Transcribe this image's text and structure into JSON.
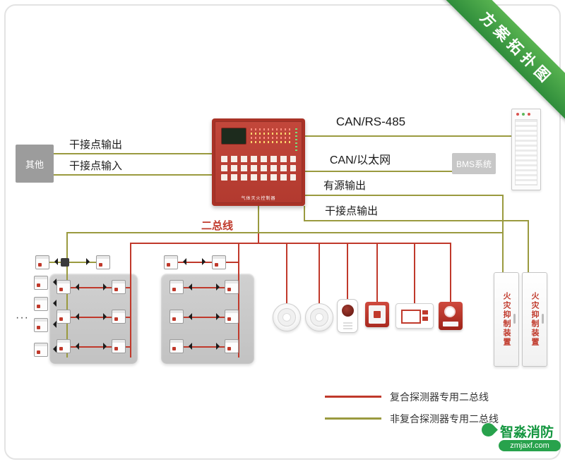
{
  "ribbon": {
    "label": "方案拓扑图"
  },
  "panel": {
    "caption": "气体灭火控制器"
  },
  "connections": {
    "right": [
      {
        "label": "CAN/RS-485"
      },
      {
        "label": "CAN/以太网"
      },
      {
        "label": "有源输出"
      },
      {
        "label": "干接点输出"
      }
    ],
    "left": [
      {
        "label": "干接点输出"
      },
      {
        "label": "干接点输入"
      }
    ],
    "bus_label": "二总线"
  },
  "nodes": {
    "other": "其他",
    "bms": "BMS系统",
    "suppression_cabinet_1": "火灾抑制装置",
    "suppression_cabinet_2": "火灾抑制装置"
  },
  "misc": {
    "ellipsis": "···"
  },
  "legend": [
    {
      "label": "复合探测器专用二总线",
      "color": "#c0392b"
    },
    {
      "label": "非复合探测器专用二总线",
      "color": "#9a9a3f"
    }
  ],
  "logo": {
    "name": "智淼消防",
    "site": "zmjaxf.com"
  },
  "colors": {
    "red_bus": "#c0392b",
    "olive_bus": "#9a9a3f",
    "panel_red": "#a93226",
    "ribbon_green": "#3f9e3f",
    "logo_green": "#28a24c"
  }
}
